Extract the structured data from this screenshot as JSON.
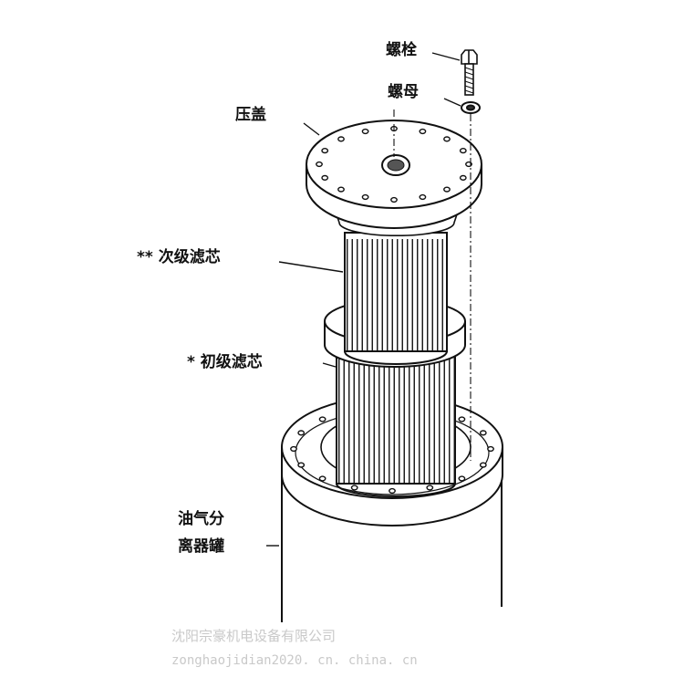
{
  "diagram": {
    "labels": {
      "bolt": "螺栓",
      "nut": "螺母",
      "cover": "压盖",
      "secondary_filter": "** 次级滤芯",
      "primary_filter": "* 初级滤芯",
      "tank_line1": "油气分",
      "tank_line2": "离器罐"
    },
    "colors": {
      "ink": "#111111",
      "paper": "#ffffff",
      "watermark": "#c9c9c9"
    }
  },
  "watermark": {
    "company": "沈阳宗豪机电设备有限公司",
    "url": "zonghaojidian2020. cn. china. cn"
  }
}
